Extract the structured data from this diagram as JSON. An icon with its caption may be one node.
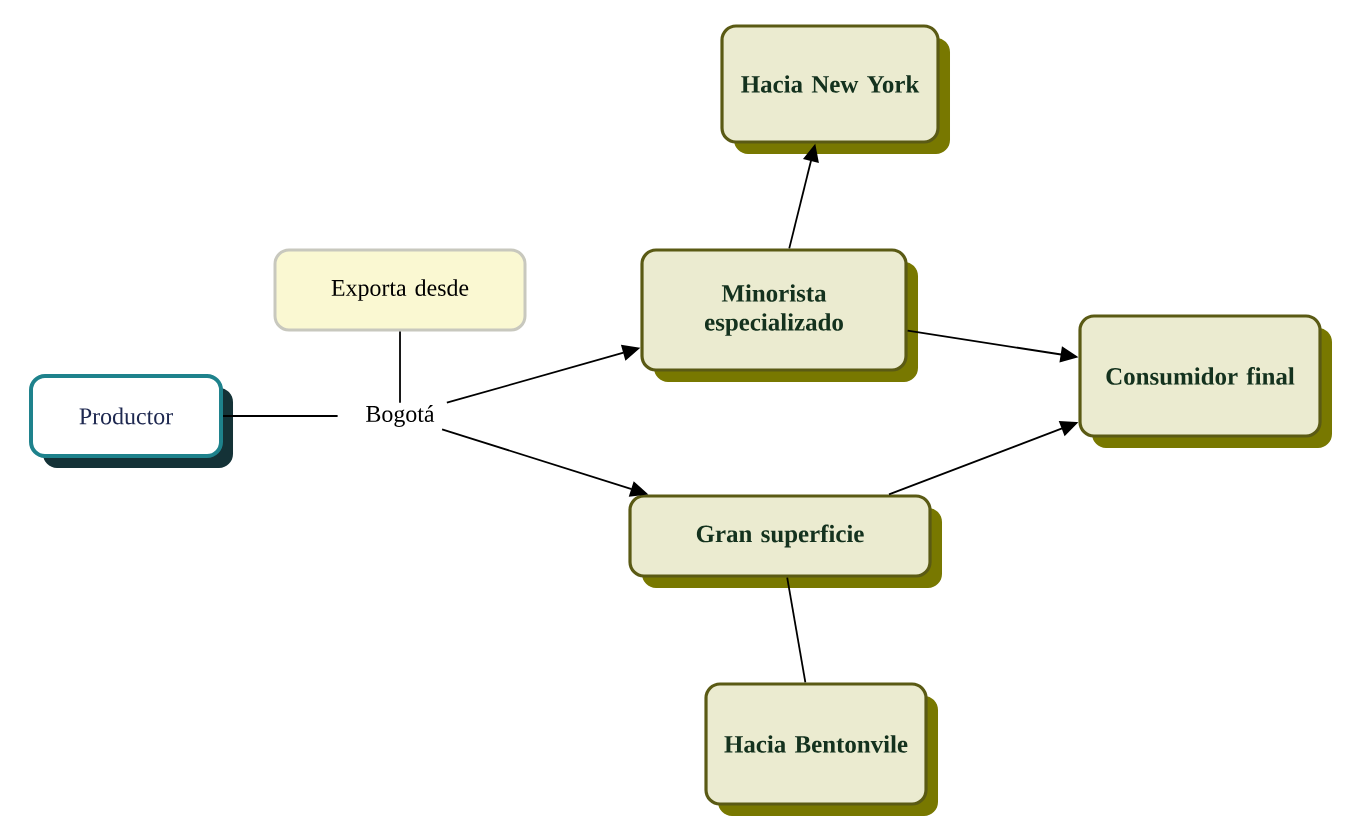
{
  "diagram": {
    "nodes": [
      {
        "text": [
          "Productor"
        ]
      },
      {
        "text": [
          "Exporta desde"
        ]
      },
      {
        "text": [
          "Bogotá"
        ]
      },
      {
        "text": [
          "Hacia New York"
        ]
      },
      {
        "text": [
          "Minorista especializado"
        ]
      },
      {
        "text": [
          "Consumidor final"
        ]
      },
      {
        "text": [
          "Gran superficie"
        ]
      },
      {
        "text": [
          "Hacia Bentonvile"
        ]
      }
    ],
    "edges": [
      {
        "from": 0,
        "to": 2,
        "arrow": "none"
      },
      {
        "from": 1,
        "to": 2,
        "arrow": "none"
      },
      {
        "from": 2,
        "to": 4,
        "arrow": "to"
      },
      {
        "from": 2,
        "to": 6,
        "arrow": "to"
      },
      {
        "from": 4,
        "to": 3,
        "arrow": "to"
      },
      {
        "from": 4,
        "to": 5,
        "arrow": "to"
      },
      {
        "from": 6,
        "to": 5,
        "arrow": "to"
      },
      {
        "from": 6,
        "to": 7,
        "arrow": "none"
      }
    ]
  }
}
